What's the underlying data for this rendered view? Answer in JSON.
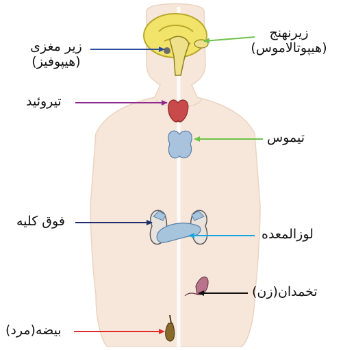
{
  "labels": {
    "pituitary_line1": "زیر مغزی",
    "pituitary_line2": "(هیپوفیز)",
    "hypothalamus_line1": "زیرنهنج",
    "hypothalamus_line2": "(هیپوتالاموس)",
    "thyroid": "تیروئید",
    "thymus": "تیموس",
    "adrenal": "فوق کلیه",
    "pancreas": "لوزالمعده",
    "ovary": "تخمدان(زن)",
    "testis": "بیضه(مرد)"
  },
  "colors": {
    "pituitary_arrow": "#2a4c9c",
    "hypothalamus_arrow": "#6cc24a",
    "thyroid_arrow": "#8e2a8e",
    "thymus_arrow": "#6cc24a",
    "adrenal_arrow": "#1f2d6e",
    "pancreas_arrow": "#1aa6e0",
    "ovary_arrow": "#111111",
    "testis_arrow": "#e02a2a",
    "skin": "#f7e7da",
    "brain": "#f2e36a",
    "thyroid": "#c94a4a",
    "thymus": "#a9c3de",
    "kidney": "#e9e3de",
    "pancreas": "#a6c4dc",
    "ovary": "#b8748a",
    "testis": "#8a6a2a"
  }
}
